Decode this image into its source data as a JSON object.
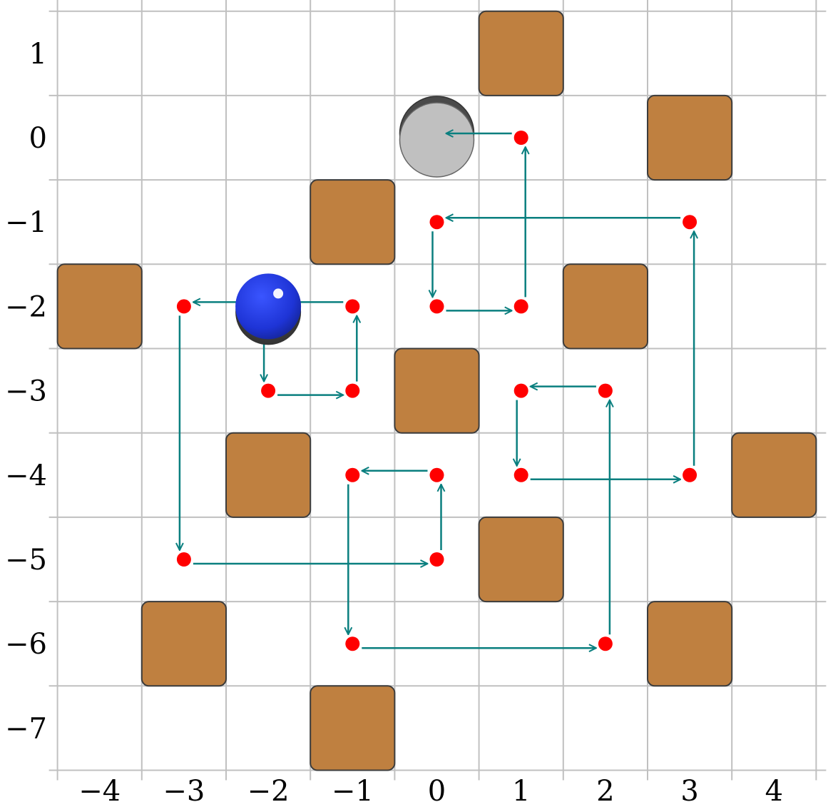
{
  "board": {
    "x_range": [
      -4,
      4
    ],
    "y_range": [
      -7,
      1
    ],
    "x_tick_labels": [
      "−4",
      "−3",
      "−2",
      "−1",
      "0",
      "1",
      "2",
      "3",
      "4"
    ],
    "y_tick_labels": [
      "1",
      "0",
      "−1",
      "−2",
      "−3",
      "−4",
      "−5",
      "−6",
      "−7"
    ],
    "grid_lines": true
  },
  "colors": {
    "grid": "#c0c0c0",
    "wall_fill": "#bf8040",
    "wall_stroke": "#3c3c3c",
    "path": "#0a7f7f",
    "waypoint": "#ff0000",
    "ball": "#1e34d6",
    "hole": "#c0c0c0"
  },
  "walls": [
    {
      "x": 1,
      "y": 1
    },
    {
      "x": 3,
      "y": 0
    },
    {
      "x": -1,
      "y": -1
    },
    {
      "x": -4,
      "y": -2
    },
    {
      "x": 2,
      "y": -2
    },
    {
      "x": 0,
      "y": -3
    },
    {
      "x": -2,
      "y": -4
    },
    {
      "x": 4,
      "y": -4
    },
    {
      "x": 1,
      "y": -5
    },
    {
      "x": -3,
      "y": -6
    },
    {
      "x": 3,
      "y": -6
    },
    {
      "x": -1,
      "y": -7
    }
  ],
  "ball": {
    "x": -2,
    "y": -2,
    "icon": "blue-ball-icon"
  },
  "hole": {
    "x": 0,
    "y": 0,
    "icon": "hole-icon"
  },
  "path": [
    {
      "x": -2,
      "y": -2
    },
    {
      "x": -2,
      "y": -3
    },
    {
      "x": -1,
      "y": -3
    },
    {
      "x": -1,
      "y": -2
    },
    {
      "x": -3,
      "y": -2
    },
    {
      "x": -3,
      "y": -5
    },
    {
      "x": 0,
      "y": -5
    },
    {
      "x": 0,
      "y": -4
    },
    {
      "x": -1,
      "y": -4
    },
    {
      "x": -1,
      "y": -6
    },
    {
      "x": 2,
      "y": -6
    },
    {
      "x": 2,
      "y": -3
    },
    {
      "x": 1,
      "y": -3
    },
    {
      "x": 1,
      "y": -4
    },
    {
      "x": 3,
      "y": -4
    },
    {
      "x": 3,
      "y": -1
    },
    {
      "x": 0,
      "y": -1
    },
    {
      "x": 0,
      "y": -2
    },
    {
      "x": 1,
      "y": -2
    },
    {
      "x": 1,
      "y": 0
    },
    {
      "x": 0,
      "y": 0
    }
  ]
}
